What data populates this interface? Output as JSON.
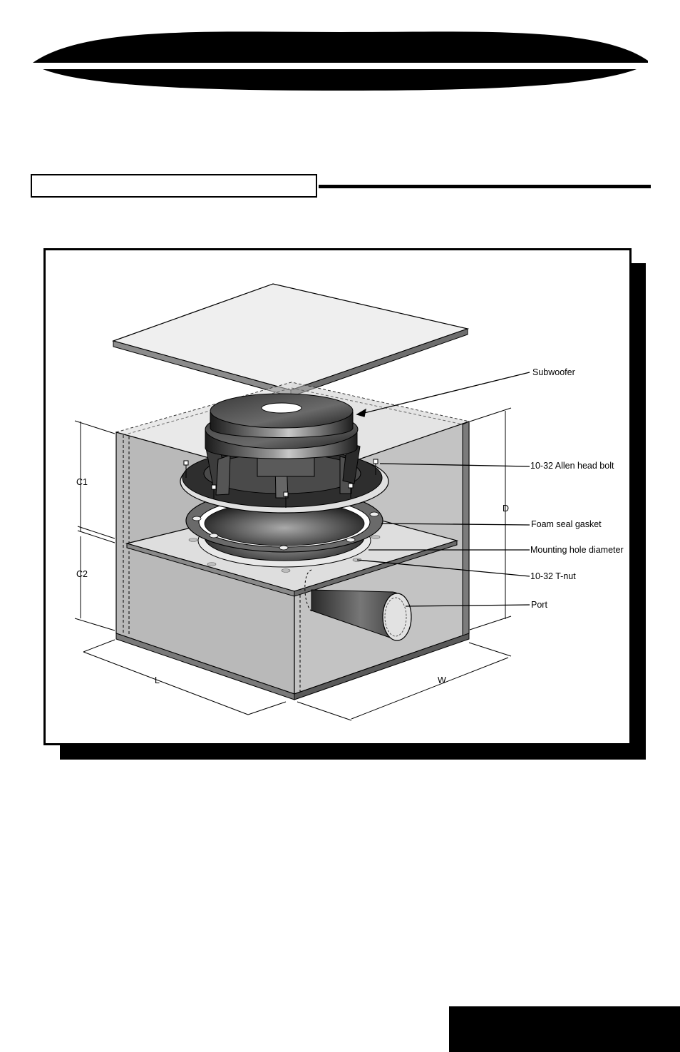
{
  "header": {
    "band_color": "#000000",
    "section_title": ""
  },
  "figure": {
    "callouts": {
      "subwoofer": "Subwoofer",
      "bolt": "10-32 Allen head bolt",
      "gasket": "Foam seal gasket",
      "hole": "Mounting hole diameter",
      "tnut": "10-32 T-nut",
      "port": "Port"
    },
    "dimensions": {
      "c1": "C1",
      "c2": "C2",
      "d": "D",
      "l": "L",
      "w": "W"
    }
  },
  "footer": {
    "tab_text": ""
  }
}
